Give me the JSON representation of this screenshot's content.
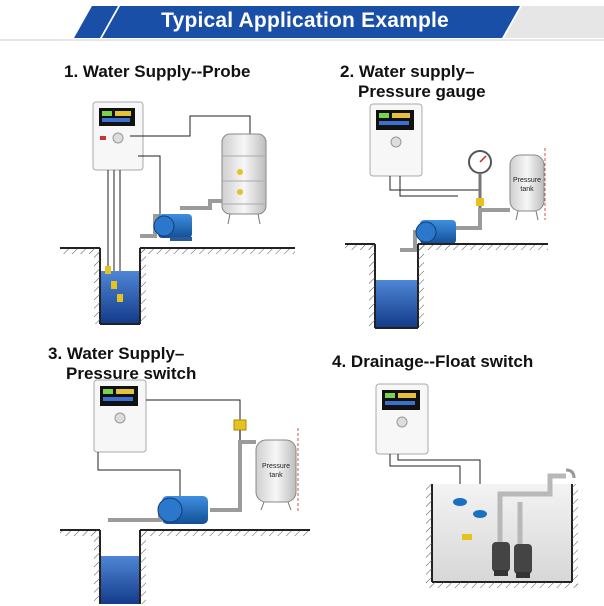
{
  "banner": {
    "title": "Typical Application Example"
  },
  "examples": [
    {
      "number": "1.",
      "title": "Water Supply--Probe"
    },
    {
      "number": "2.",
      "title": "Water supply–",
      "title2": "Pressure gauge",
      "tank_label_1": "Pressure",
      "tank_label_2": "tank"
    },
    {
      "number": "3.",
      "title": "Water Supply–",
      "title2": "Pressure switch",
      "tank_label_1": "Pressure",
      "tank_label_2": "tank"
    },
    {
      "number": "4.",
      "title": "Drainage--Float switch"
    }
  ],
  "colors": {
    "banner_blue": "#1a4fa8",
    "banner_light": "#3b78d8",
    "water": "#1d4fa3",
    "pump": "#1d6fc0",
    "ground_hatch": "#444444"
  }
}
